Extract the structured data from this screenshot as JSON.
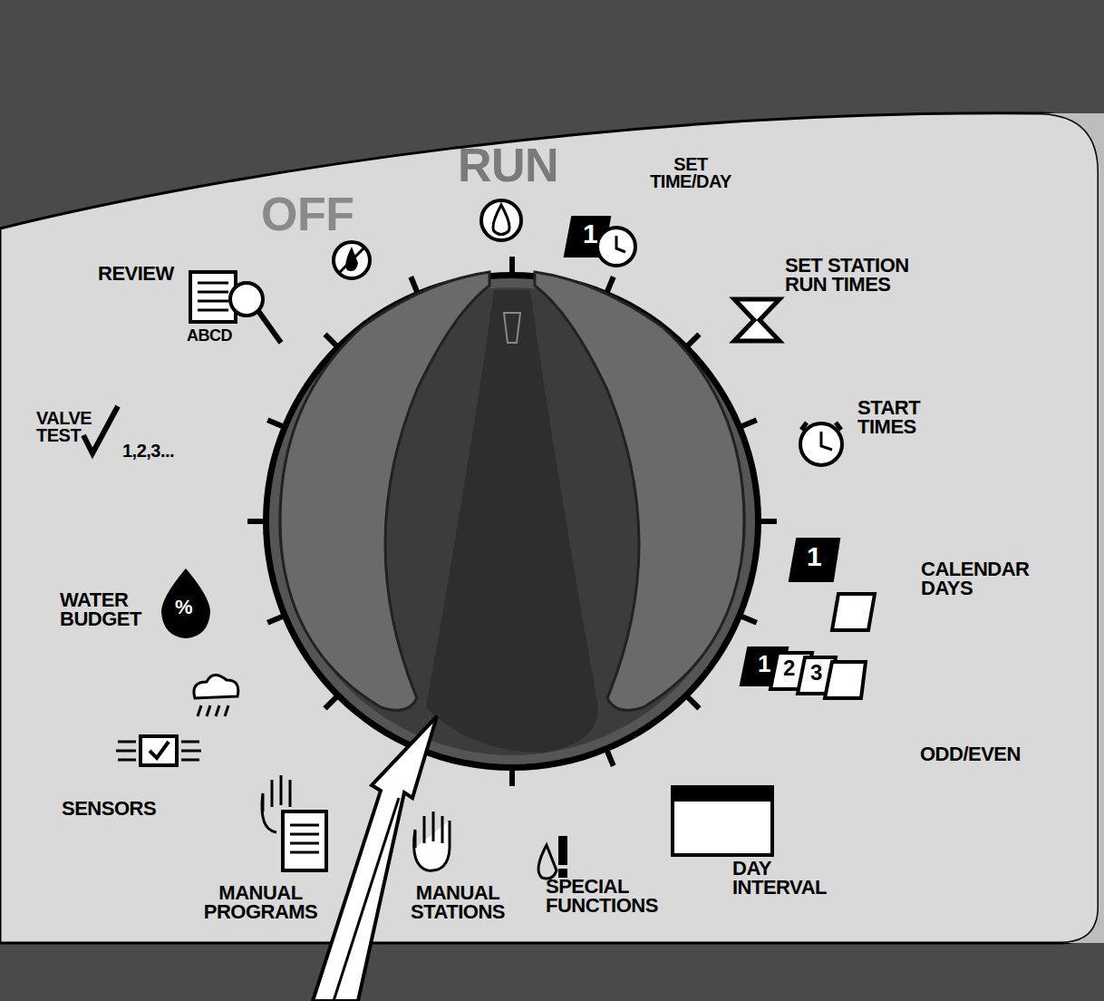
{
  "diagram": {
    "labels": [
      "OFF",
      "RUN",
      "SET TIME/DAY",
      "SET STATION RUN TIMES",
      "START TIMES",
      "CALENDAR DAYS",
      "ODD/EVEN",
      "DAY INTERVAL",
      "SPECIAL FUNCTIONS",
      "MANUAL STATIONS",
      "MANUAL PROGRAMS",
      "SENSORS",
      "WATER BUDGET",
      "VALVE TEST",
      "1,2,3...",
      "REVIEW",
      "ABCD",
      "1",
      "1",
      "1",
      "2",
      "3",
      "%"
    ]
  }
}
